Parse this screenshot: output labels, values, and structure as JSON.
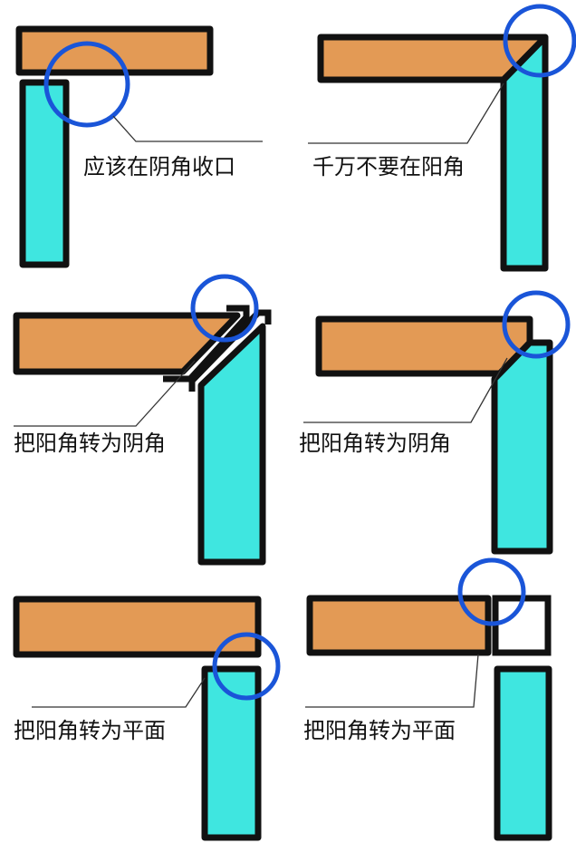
{
  "colors": {
    "wood": "#E39A55",
    "tile": "#3FE6E0",
    "highlight": "#1A55D8"
  },
  "panels": [
    {
      "caption": "应该在阴角收口"
    },
    {
      "caption": "千万不要在阳角"
    },
    {
      "caption": "把阳角转为阴角"
    },
    {
      "caption": "把阳角转为阴角"
    },
    {
      "caption": "把阳角转为平面"
    },
    {
      "caption": "把阳角转为平面"
    }
  ]
}
